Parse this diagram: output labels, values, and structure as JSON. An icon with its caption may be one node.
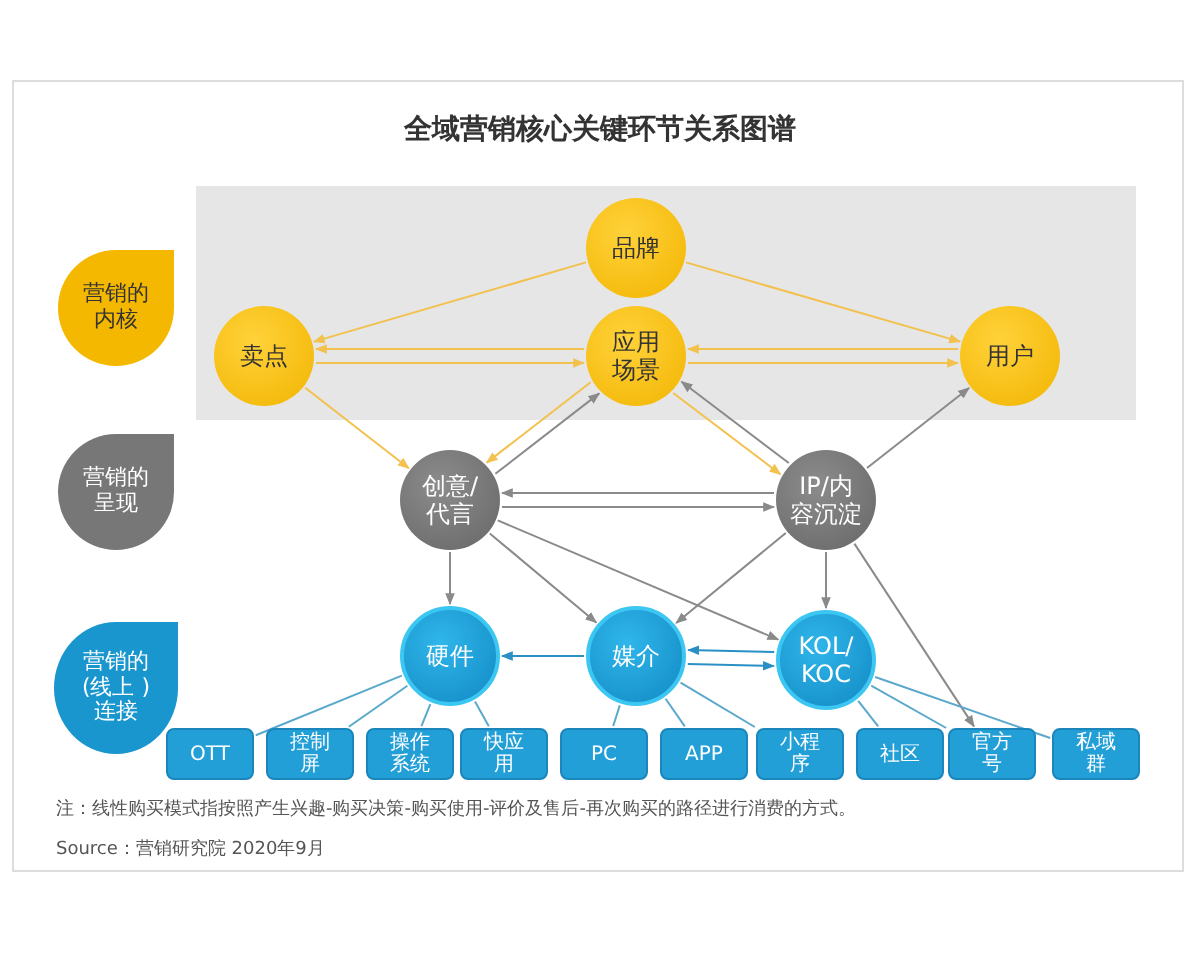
{
  "diagram": {
    "title": "全域营销核心关键环节关系图谱",
    "nodes": [
      {
        "text": [],
        "shape": "box"
      },
      {
        "text": [
          "营销的内核"
        ]
      },
      {
        "text": [
          "品牌"
        ],
        "in": 0
      },
      {
        "text": [
          "卖点"
        ],
        "in": 0
      },
      {
        "text": [
          "应用场景"
        ],
        "in": 0
      },
      {
        "text": [
          "用户"
        ],
        "in": 0
      },
      {
        "text": [
          "营销的呈现"
        ]
      },
      {
        "text": [
          "创意/代言"
        ]
      },
      {
        "text": [
          "IP/内容沉淀"
        ]
      },
      {
        "text": [
          "营销的(线上 )连接"
        ]
      },
      {
        "text": [
          "硬件"
        ]
      },
      {
        "text": [
          "媒介"
        ]
      },
      {
        "text": [
          "KOL/KOC"
        ]
      },
      {
        "text": [
          "OTT"
        ]
      },
      {
        "text": [
          "控制屏"
        ]
      },
      {
        "text": [
          "操作系统"
        ]
      },
      {
        "text": [
          "快应用"
        ]
      },
      {
        "text": [
          "PC"
        ]
      },
      {
        "text": [
          "APP"
        ]
      },
      {
        "text": [
          "小程序"
        ]
      },
      {
        "text": [
          "社区"
        ]
      },
      {
        "text": [
          "官方号"
        ]
      },
      {
        "text": [
          "私域群"
        ]
      }
    ],
    "edges": [
      {
        "from": 2,
        "to": 3,
        "arrow": "to",
        "color": "#f2c14e"
      },
      {
        "from": 2,
        "to": 5,
        "arrow": "to",
        "color": "#f2c14e"
      },
      {
        "from": 3,
        "to": 4,
        "arrow": "to",
        "color": "#f2c14e"
      },
      {
        "from": 4,
        "to": 3,
        "arrow": "to",
        "color": "#f2c14e"
      },
      {
        "from": 4,
        "to": 5,
        "arrow": "to",
        "color": "#f2c14e"
      },
      {
        "from": 5,
        "to": 4,
        "arrow": "to",
        "color": "#f2c14e"
      },
      {
        "from": 3,
        "to": 7,
        "arrow": "to",
        "color": "#f2c14e"
      },
      {
        "from": 4,
        "to": 7,
        "arrow": "to",
        "color": "#f2c14e"
      },
      {
        "from": 4,
        "to": 8,
        "arrow": "to",
        "color": "#f2c14e"
      },
      {
        "from": 7,
        "to": 4,
        "arrow": "to"
      },
      {
        "from": 8,
        "to": 4,
        "arrow": "to"
      },
      {
        "from": 8,
        "to": 5,
        "arrow": "to"
      },
      {
        "from": 7,
        "to": 8,
        "arrow": "to"
      },
      {
        "from": 8,
        "to": 7,
        "arrow": "to"
      },
      {
        "from": 7,
        "to": 10,
        "arrow": "to"
      },
      {
        "from": 7,
        "to": 11,
        "arrow": "to"
      },
      {
        "from": 7,
        "to": 12,
        "arrow": "to"
      },
      {
        "from": 8,
        "to": 11,
        "arrow": "to"
      },
      {
        "from": 8,
        "to": 12,
        "arrow": "to"
      },
      {
        "from": 8,
        "to": 21,
        "arrow": "to"
      },
      {
        "from": 11,
        "to": 10,
        "arrow": "to",
        "color": "#2a8fc4"
      },
      {
        "from": 11,
        "to": 12,
        "arrow": "to",
        "color": "#2a8fc4"
      },
      {
        "from": 12,
        "to": 11,
        "arrow": "to",
        "color": "#2a8fc4"
      },
      {
        "from": 10,
        "to": 13,
        "arrow": "none",
        "color": "#5aa8cc"
      },
      {
        "from": 10,
        "to": 14,
        "arrow": "none",
        "color": "#5aa8cc"
      },
      {
        "from": 10,
        "to": 15,
        "arrow": "none",
        "color": "#5aa8cc"
      },
      {
        "from": 10,
        "to": 16,
        "arrow": "none",
        "color": "#5aa8cc"
      },
      {
        "from": 11,
        "to": 17,
        "arrow": "none",
        "color": "#5aa8cc"
      },
      {
        "from": 11,
        "to": 18,
        "arrow": "none",
        "color": "#5aa8cc"
      },
      {
        "from": 11,
        "to": 19,
        "arrow": "none",
        "color": "#5aa8cc"
      },
      {
        "from": 12,
        "to": 20,
        "arrow": "none",
        "color": "#5aa8cc"
      },
      {
        "from": 12,
        "to": 21,
        "arrow": "none",
        "color": "#5aa8cc"
      },
      {
        "from": 12,
        "to": 22,
        "arrow": "none",
        "color": "#5aa8cc"
      }
    ],
    "labels": [
      "注：线性购买模式指按照产生兴趣-购买决策-购买使用-评价及售后-再次购买的路径进行消费的方式。",
      "Source：营销研究院 2020年9月"
    ]
  }
}
